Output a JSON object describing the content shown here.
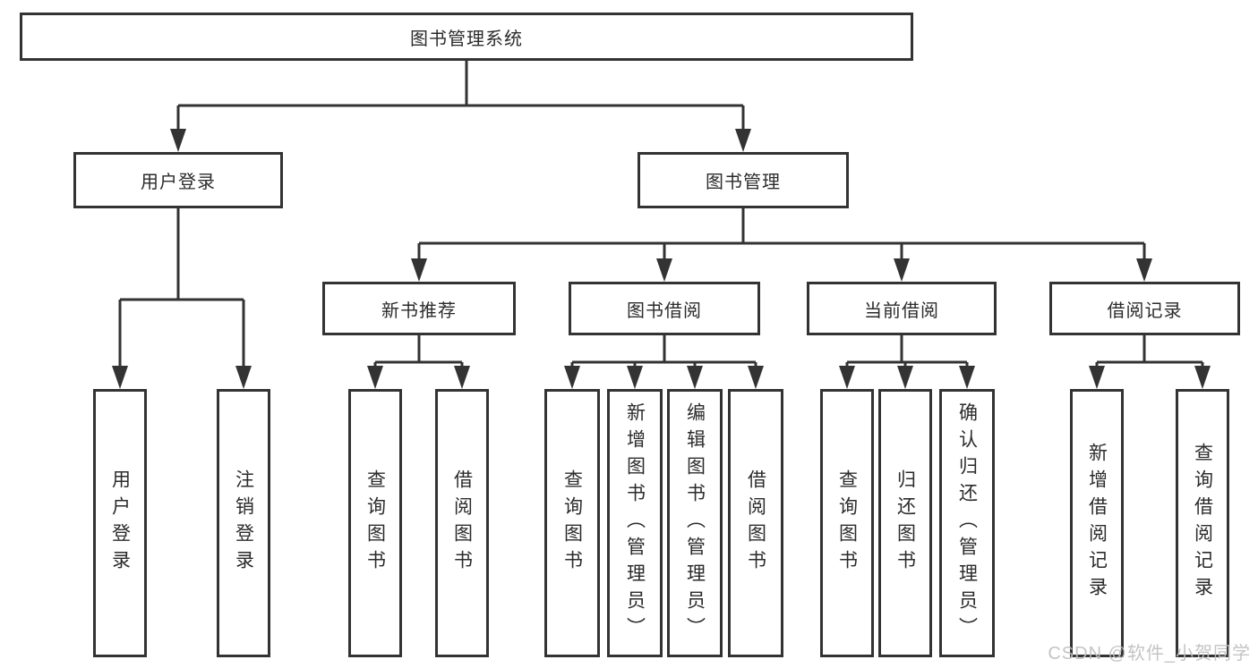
{
  "tree": {
    "root": {
      "label": "图书管理系统",
      "children": [
        {
          "label": "用户登录",
          "children": [
            {
              "label": "用户登录"
            },
            {
              "label": "注销登录"
            }
          ]
        },
        {
          "label": "图书管理",
          "children": [
            {
              "label": "新书推荐",
              "children": [
                {
                  "label": "查询图书"
                },
                {
                  "label": "借阅图书"
                }
              ]
            },
            {
              "label": "图书借阅",
              "children": [
                {
                  "label": "查询图书"
                },
                {
                  "label": "新增图书（管理员）"
                },
                {
                  "label": "编辑图书（管理员）"
                },
                {
                  "label": "借阅图书"
                }
              ]
            },
            {
              "label": "当前借阅",
              "children": [
                {
                  "label": "查询图书"
                },
                {
                  "label": "归还图书"
                },
                {
                  "label": "确认归还（管理员）"
                }
              ]
            },
            {
              "label": "借阅记录",
              "children": [
                {
                  "label": "新增借阅记录"
                },
                {
                  "label": "查询借阅记录"
                }
              ]
            }
          ]
        }
      ]
    }
  },
  "watermark": {
    "text": "CSDN @软件_小贺同学"
  },
  "colors": {
    "line": "#333333",
    "text": "#2b2b2b",
    "watermark": "#bfbfbf",
    "background": "#ffffff"
  }
}
